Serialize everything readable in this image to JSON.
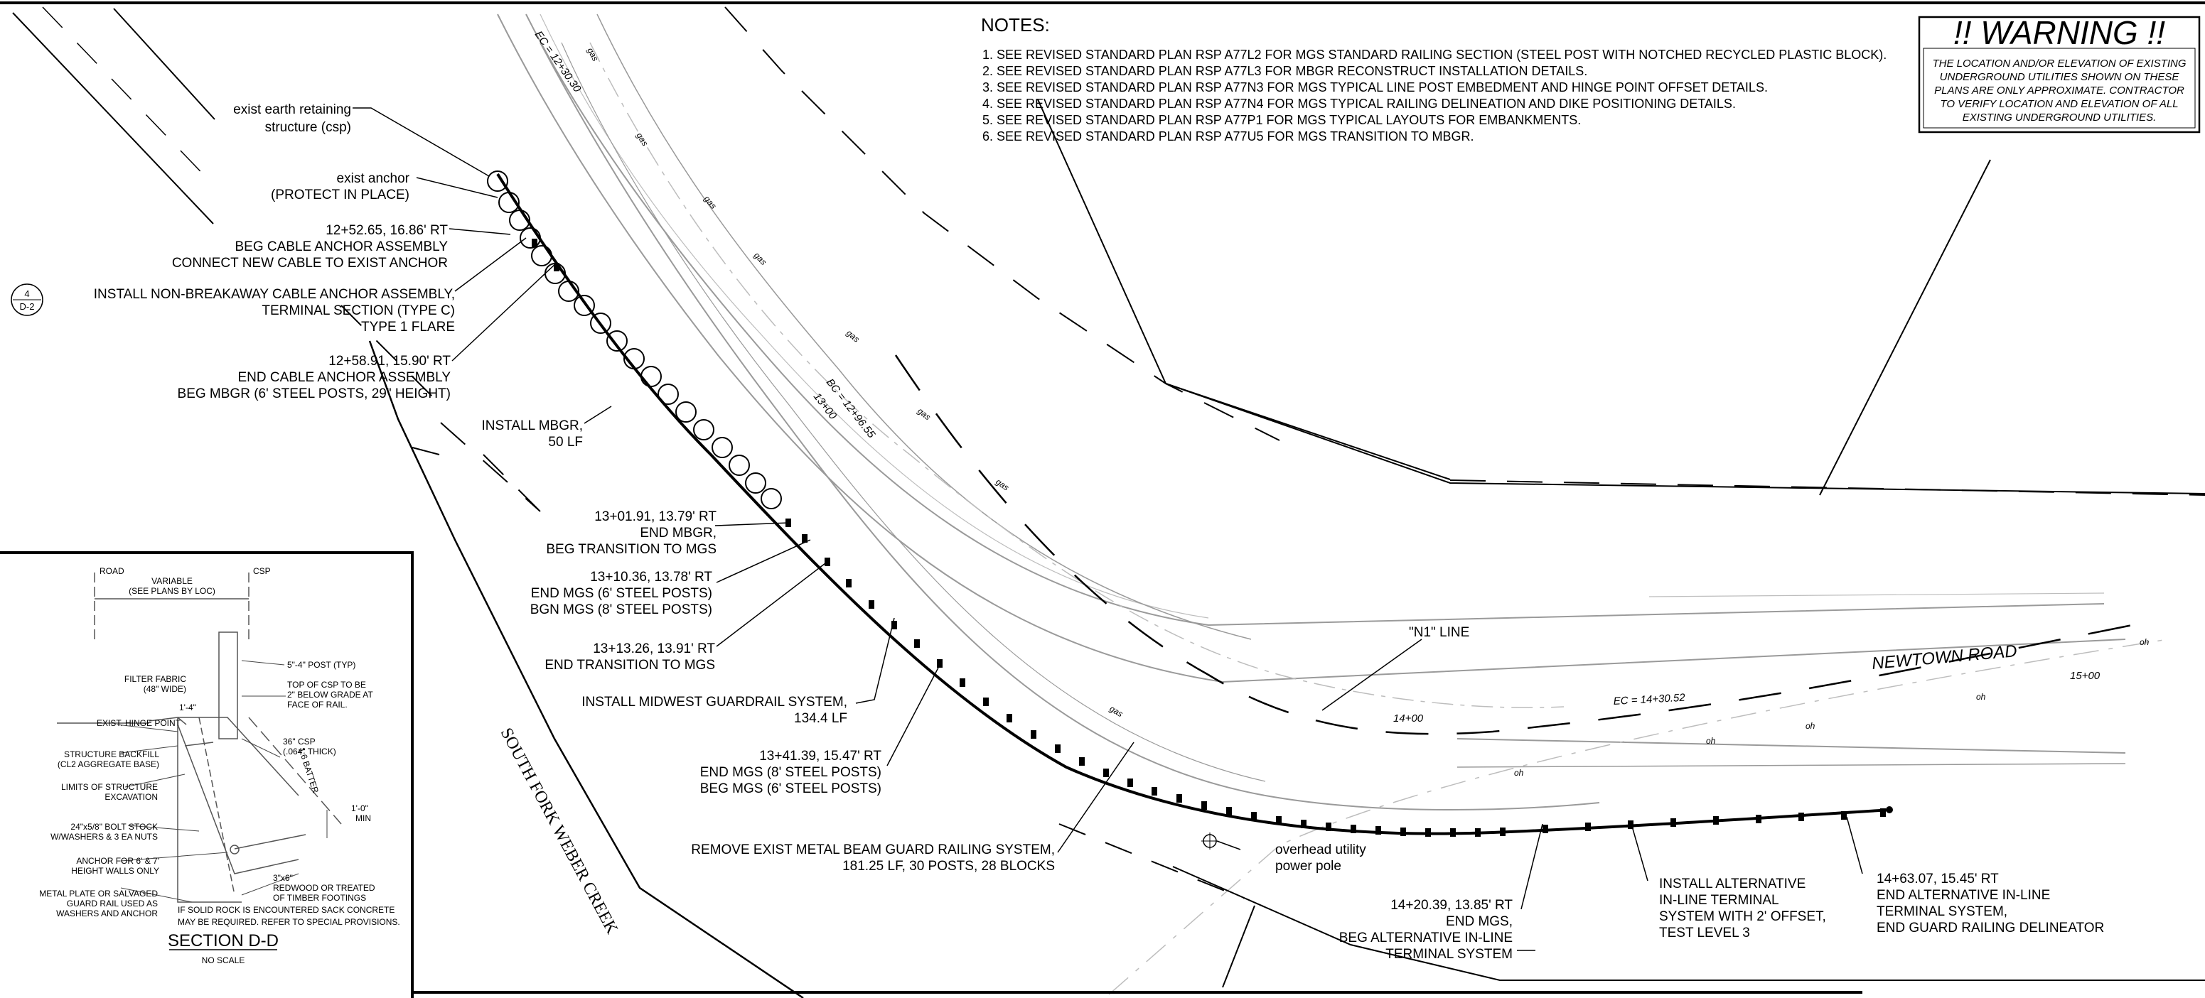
{
  "notes": {
    "title": "NOTES:",
    "items": [
      "1. SEE REVISED STANDARD PLAN RSP A77L2 FOR MGS STANDARD RAILING SECTION (STEEL POST WITH NOTCHED RECYCLED PLASTIC BLOCK).",
      "2. SEE REVISED STANDARD PLAN RSP A77L3 FOR MBGR RECONSTRUCT INSTALLATION DETAILS.",
      "3. SEE REVISED STANDARD PLAN RSP A77N3 FOR MGS TYPICAL LINE POST EMBEDMENT AND HINGE POINT OFFSET DETAILS.",
      "4. SEE REVISED STANDARD PLAN RSP A77N4 FOR MGS TYPICAL RAILING DELINEATION AND DIKE POSITIONING DETAILS.",
      "5. SEE REVISED STANDARD PLAN RSP A77P1 FOR MGS TYPICAL LAYOUTS FOR EMBANKMENTS.",
      "6. SEE REVISED STANDARD PLAN RSP A77U5 FOR MGS TRANSITION TO MBGR."
    ]
  },
  "warning": {
    "title": "!! WARNING !!",
    "lines": [
      "THE LOCATION AND/OR ELEVATION OF EXISTING",
      "UNDERGROUND UTILITIES SHOWN ON THESE",
      "PLANS ARE ONLY APPROXIMATE.  CONTRACTOR",
      "TO VERIFY LOCATION AND ELEVATION OF ALL",
      "EXISTING UNDERGROUND UTILITIES."
    ]
  },
  "callouts": {
    "retaining": [
      "exist earth retaining",
      "structure (csp)"
    ],
    "anchor": [
      "exist anchor",
      "(PROTECT IN PLACE)"
    ],
    "beg_cable": [
      "12+52.65, 16.86' RT",
      "BEG CABLE ANCHOR ASSEMBLY",
      "CONNECT NEW CABLE TO EXIST ANCHOR"
    ],
    "detail_ref": {
      "top": "4",
      "bottom": "D-2"
    },
    "non_breakaway": [
      "INSTALL NON-BREAKAWAY CABLE ANCHOR ASSEMBLY,",
      "TERMINAL SECTION (TYPE C)",
      "TYPE 1 FLARE"
    ],
    "end_cable": [
      "12+58.91, 15.90' RT",
      "END CABLE ANCHOR ASSEMBLY",
      "BEG MBGR (6' STEEL POSTS, 29\" HEIGHT)"
    ],
    "install_mbgr": [
      "INSTALL MBGR,",
      "50 LF"
    ],
    "end_mbgr": [
      "13+01.91, 13.79' RT",
      "END MBGR,",
      "BEG TRANSITION TO MGS"
    ],
    "end_mgs_6": [
      "13+10.36, 13.78' RT",
      "END MGS (6' STEEL POSTS)",
      "BGN MGS (8' STEEL POSTS)"
    ],
    "end_transition": [
      "13+13.26, 13.91' RT",
      "END TRANSITION TO MGS"
    ],
    "install_midwest": [
      "INSTALL MIDWEST GUARDRAIL SYSTEM,",
      "134.4 LF"
    ],
    "end_mgs_8": [
      "13+41.39, 15.47' RT",
      "END MGS (8' STEEL POSTS)",
      "BEG MGS (6' STEEL POSTS)"
    ],
    "remove_exist": [
      "REMOVE EXIST METAL BEAM GUARD RAILING SYSTEM,",
      "181.25 LF, 30 POSTS,  28 BLOCKS"
    ],
    "power_pole": [
      "overhead utility",
      "power pole"
    ],
    "end_mgs_alt": [
      "14+20.39, 13.85' RT",
      "END MGS,",
      "BEG ALTERNATIVE IN-LINE",
      "TERMINAL SYSTEM"
    ],
    "install_alt": [
      "INSTALL ALTERNATIVE",
      "IN-LINE TERMINAL",
      "SYSTEM WITH 2' OFFSET,",
      "TEST LEVEL 3"
    ],
    "end_alt": [
      "14+63.07, 15.45' RT",
      "END ALTERNATIVE IN-LINE",
      "TERMINAL SYSTEM,",
      "END GUARD RAILING DELINEATOR"
    ],
    "n1_line": "\"N1\" LINE"
  },
  "map_labels": {
    "creek": "SOUTH FORK WEBER CREEK",
    "road": "NEWTOWN ROAD",
    "ec_top": "EC = 12+30.30",
    "bc": "BC = 12+96.55",
    "sta_13": "13+00",
    "sta_14": "14+00",
    "ec_mid": "EC = 14+30.52",
    "sta_15": "15+00",
    "utility_gas": "gas",
    "utility_oh": "oh"
  },
  "section": {
    "title": "SECTION D-D",
    "scale": "NO SCALE",
    "road_cl": "ROAD",
    "csp_cl": "CSP",
    "variable": [
      "VARIABLE",
      "(SEE PLANS BY LOC)"
    ],
    "labels_left": [
      [
        "FILTER FABRIC",
        "(48\" WIDE)"
      ],
      [
        "EXIST. HINGE POINT"
      ],
      [
        "STRUCTURE BACKFILL",
        "(CL2 AGGREGATE BASE)"
      ],
      [
        "LIMITS OF STRUCTURE",
        "EXCAVATION"
      ],
      [
        "24\"x5/8\" BOLT STOCK",
        "W/WASHERS & 3 EA NUTS"
      ],
      [
        "ANCHOR FOR 6' & 7'",
        "HEIGHT WALLS ONLY"
      ],
      [
        "METAL PLATE OR SALVAGED",
        "GUARD RAIL USED AS",
        "WASHERS AND ANCHOR"
      ]
    ],
    "labels_right": [
      [
        "5\"-4\" POST (TYP)"
      ],
      [
        "TOP OF CSP TO BE",
        "2\" BELOW GRADE AT",
        "FACE OF RAIL."
      ],
      [
        "36\" CSP",
        "(.064\" THICK)"
      ],
      [
        "1:6 BATTER"
      ],
      [
        "1'-0\"",
        "MIN"
      ],
      [
        "3\"x6\"",
        "REDWOOD OR TREATED",
        "OF TIMBER FOOTINGS"
      ]
    ],
    "dim_small": "1'-4\"",
    "solid_rock_note": [
      "IF SOLID ROCK IS ENCOUNTERED SACK CONCRETE",
      "MAY BE REQUIRED. REFER TO SPECIAL PROVISIONS."
    ]
  }
}
